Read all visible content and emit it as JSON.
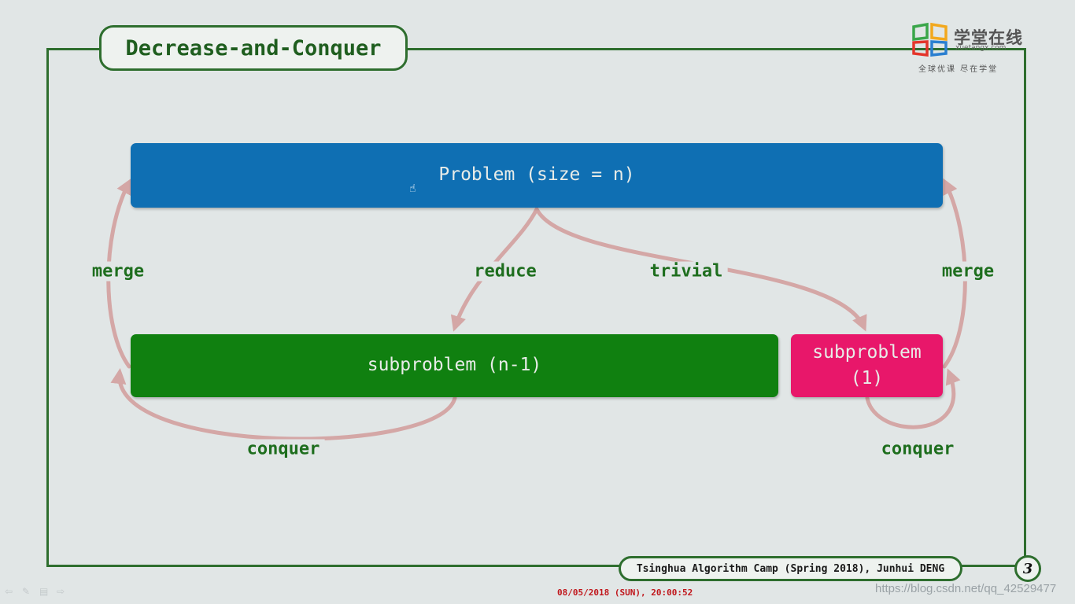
{
  "slide": {
    "title": "Decrease-and-Conquer",
    "footer": "Tsinghua Algorithm Camp (Spring 2018), Junhui DENG",
    "page_number": "3",
    "timestamp": "08/05/2018 (SUN), 20:00:52",
    "watermark": "https://blog.csdn.net/qq_42529477"
  },
  "logo": {
    "name": "学堂在线",
    "url": "xuetangx.com",
    "slogan": "全球优课 尽在学堂",
    "colors": [
      "#3aa64a",
      "#f2a81d",
      "#e4352b",
      "#2a7fd0"
    ]
  },
  "diagram": {
    "problem": "Problem (size = n)",
    "subproblem_n1": "subproblem (n-1)",
    "subproblem_1": "subproblem\n(1)",
    "labels": {
      "merge_left": "merge",
      "merge_right": "merge",
      "reduce": "reduce",
      "trivial": "trivial",
      "conquer_left": "conquer",
      "conquer_right": "conquer"
    },
    "colors": {
      "problem": "#0f6fb3",
      "subproblem_n1": "#108010",
      "subproblem_1": "#e8176a",
      "arrow": "#d4a7a6",
      "frame": "#2e6e2e"
    }
  },
  "toolbar": {
    "icons": [
      "back-arrow-icon",
      "pen-icon",
      "menu-icon",
      "forward-arrow-icon"
    ]
  }
}
